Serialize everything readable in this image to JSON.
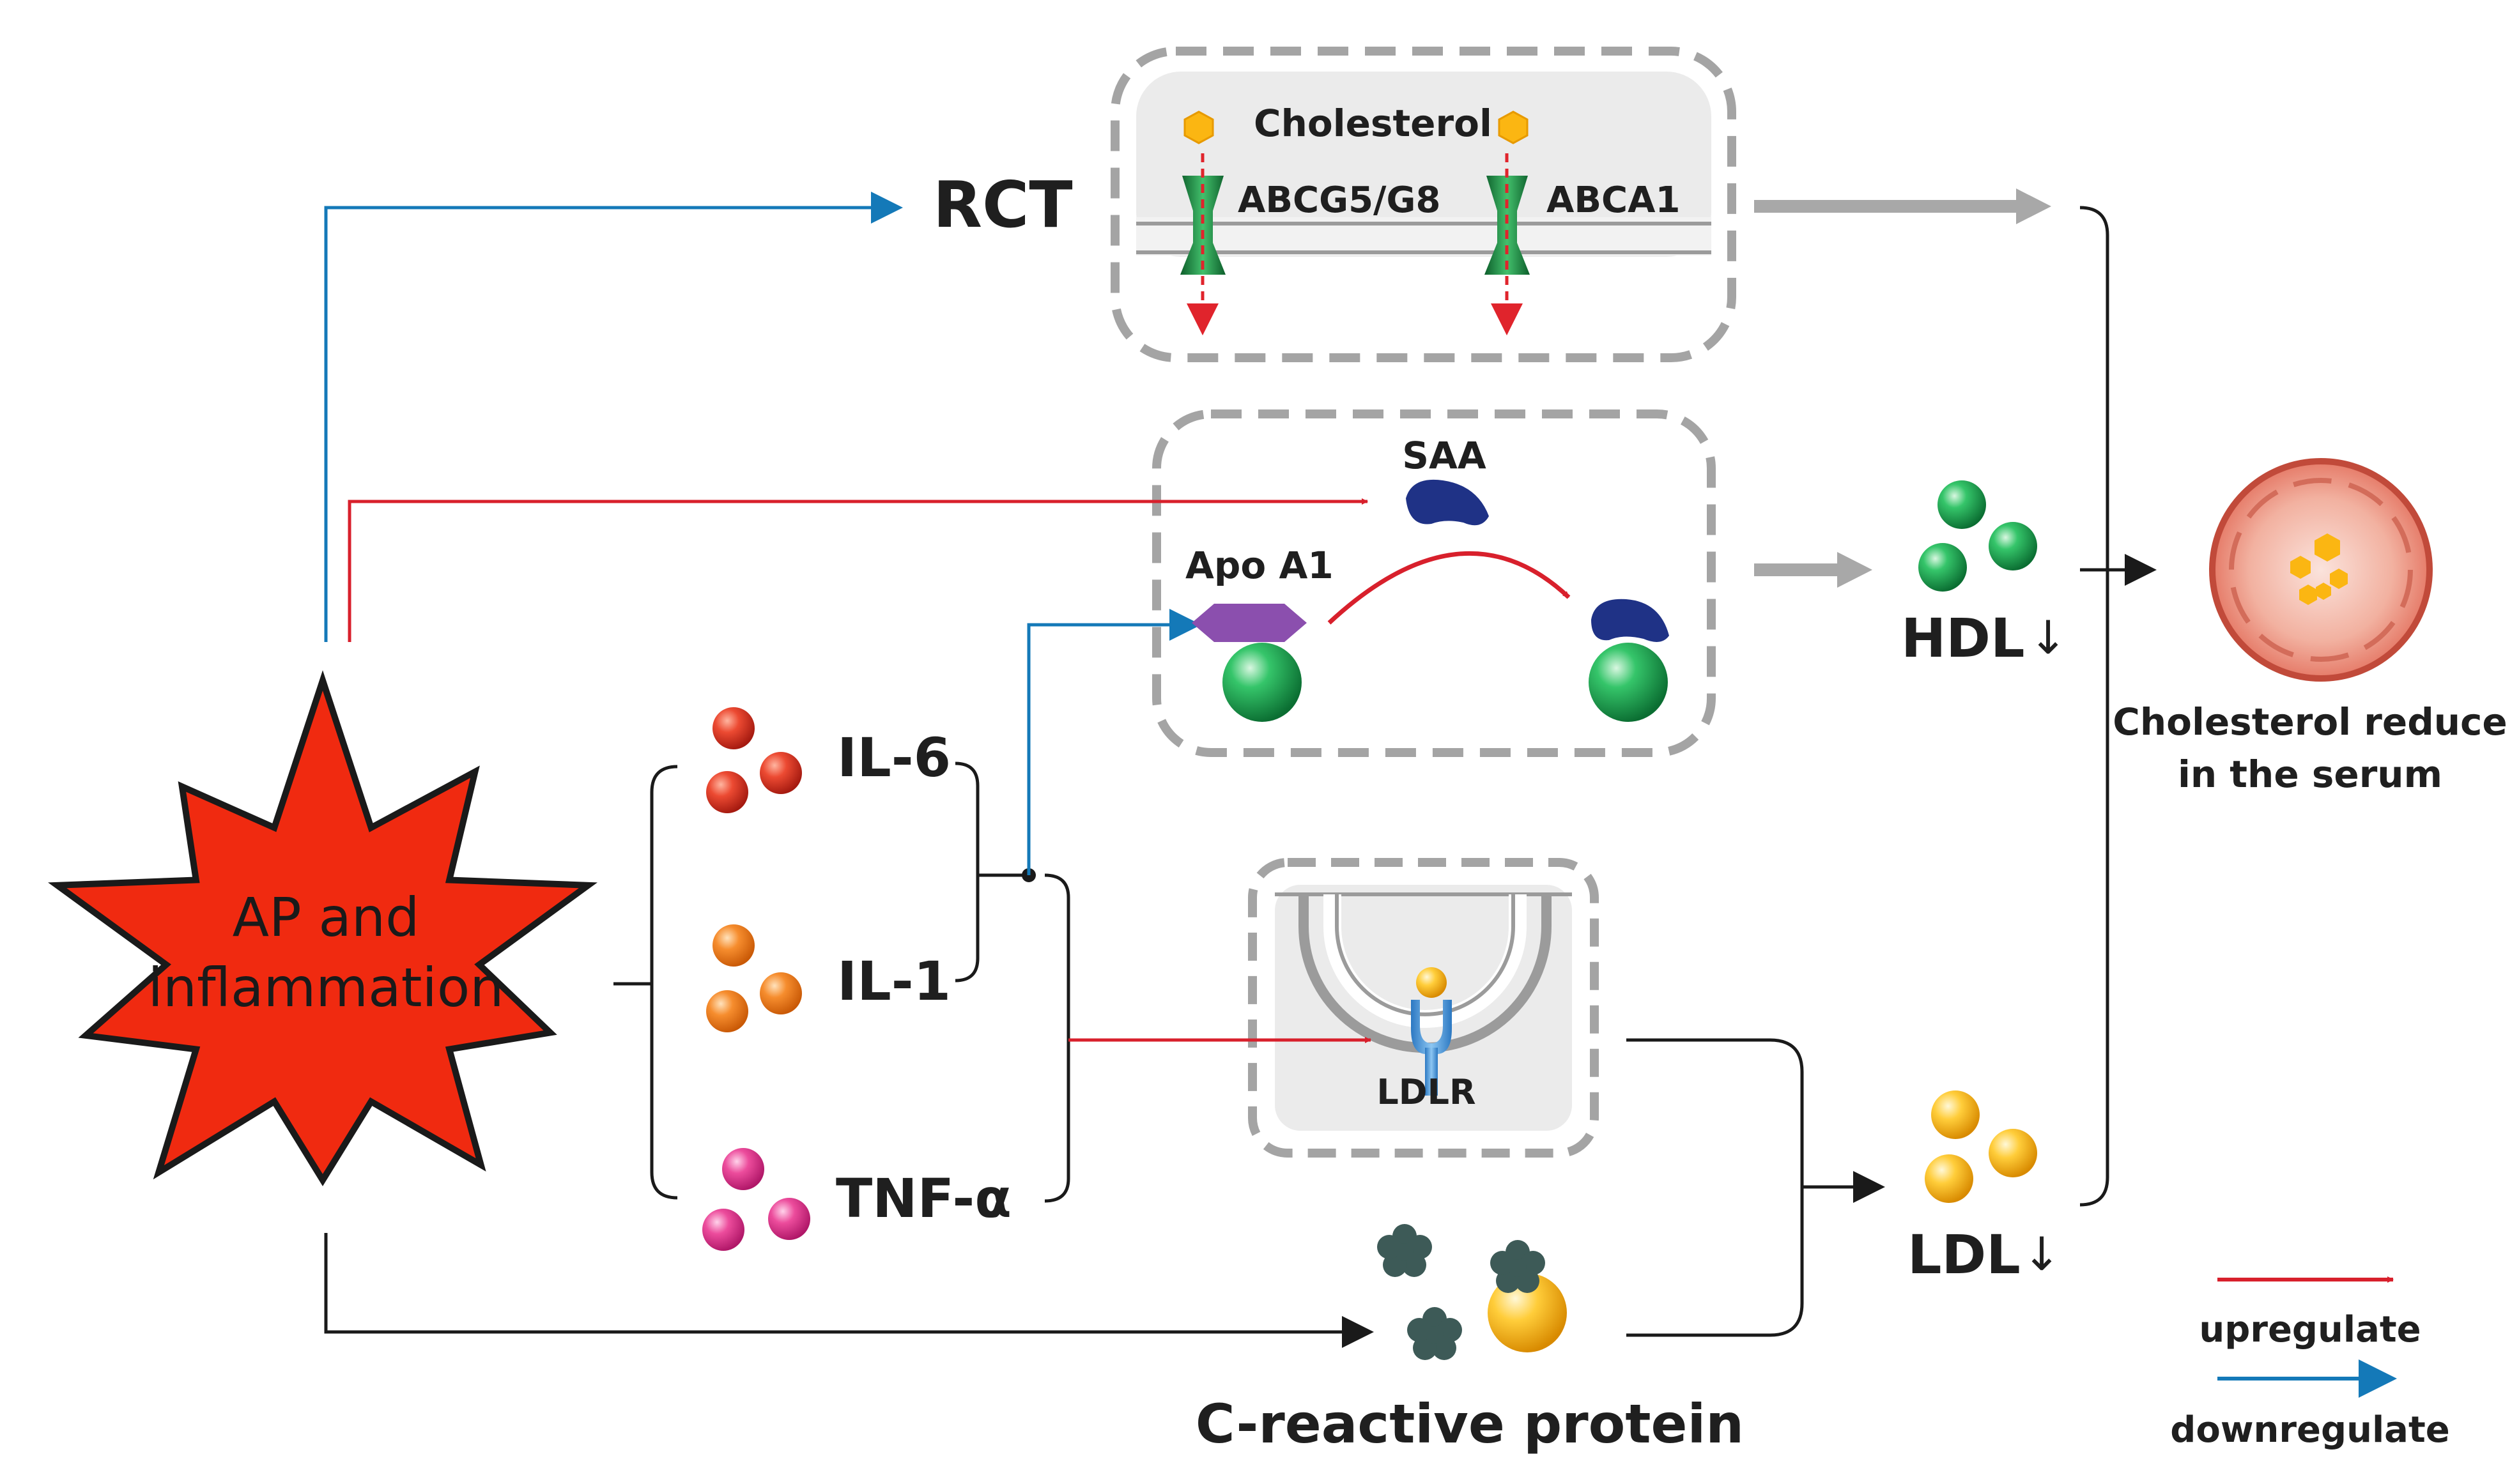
{
  "ap": {
    "line1": "AP and",
    "line2": "inflammation",
    "fill": "#f02a10"
  },
  "cytokines": {
    "il6": "IL-6",
    "il1": "IL-1",
    "tnf": "TNF-α"
  },
  "rct": {
    "label": "RCT",
    "cholesterol": "Cholesterol",
    "transporter_1": "ABCG5/G8",
    "transporter_2": "ABCA1"
  },
  "saa_box": {
    "saa": "SAA",
    "apoa1": "Apo A1"
  },
  "ldlr_box": {
    "ldlr": "LDLR"
  },
  "hdl": {
    "label": "HDL",
    "arrow": "↓"
  },
  "ldl": {
    "label": "LDL",
    "arrow": "↓"
  },
  "crp": {
    "label": "C-reactive protein"
  },
  "outcome": {
    "line1": "Cholesterol reduce",
    "line2": "in the serum"
  },
  "legend": {
    "up": "upregulate",
    "down": "downregulate"
  },
  "colors": {
    "upregulate": "#d8202c",
    "downregulate": "#1479b8",
    "neutral": "#1a1a1a",
    "gray_arrow": "#a8a8a8",
    "dashed_box": "#a4a4a4"
  }
}
